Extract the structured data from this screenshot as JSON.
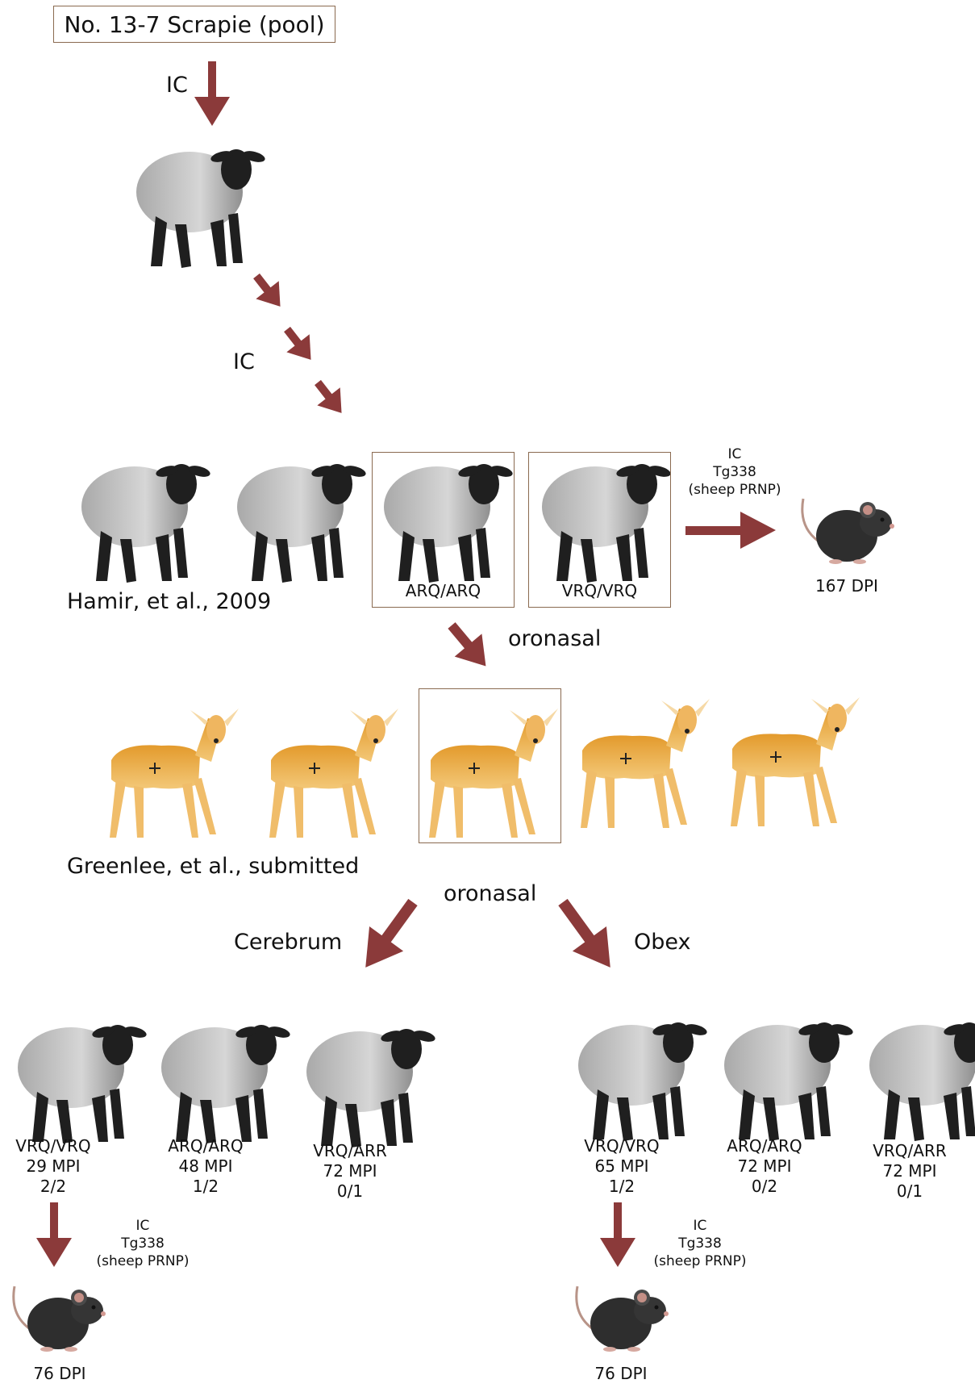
{
  "source": "No. 13-7 Scrapie (pool)",
  "routes": {
    "ic_1": "IC",
    "ic_2": "IC",
    "oronasal_1": "oronasal",
    "oronasal_2": "oronasal",
    "cerebrum": "Cerebrum",
    "obex": "Obex"
  },
  "sheep_row": {
    "citation": "Hamir, et al., 2009",
    "boxed": [
      "ARQ/ARQ",
      "VRQ/VRQ"
    ]
  },
  "mouse_top": {
    "route": [
      "IC",
      "Tg338",
      "(sheep PRNP)"
    ],
    "result": "167 DPI"
  },
  "deer_row": {
    "citation": "Greenlee, et al., submitted",
    "marker": "+"
  },
  "cerebrum_group": [
    {
      "genotype": "VRQ/VRQ",
      "time": "29 MPI",
      "ratio": "2/2"
    },
    {
      "genotype": "ARQ/ARQ",
      "time": "48 MPI",
      "ratio": "1/2"
    },
    {
      "genotype": "VRQ/ARR",
      "time": "72 MPI",
      "ratio": "0/1"
    }
  ],
  "obex_group": [
    {
      "genotype": "VRQ/VRQ",
      "time": "65 MPI",
      "ratio": "1/2"
    },
    {
      "genotype": "ARQ/ARQ",
      "time": "72 MPI",
      "ratio": "0/2"
    },
    {
      "genotype": "VRQ/ARR",
      "time": "72 MPI",
      "ratio": "0/1"
    }
  ],
  "mouse_left": {
    "route": [
      "IC",
      "Tg338",
      "(sheep PRNP)"
    ],
    "result": "76 DPI"
  },
  "mouse_right": {
    "route": [
      "IC",
      "Tg338",
      "(sheep PRNP)"
    ],
    "result": "76 DPI"
  },
  "colors": {
    "arrow": "#8b3a3a",
    "frame": "#8a6a50",
    "deer": "#e8a33a",
    "sheep_wool": "#b8b8b8",
    "sheep_head": "#1e1e1e",
    "mouse": "#2c2c2c"
  }
}
